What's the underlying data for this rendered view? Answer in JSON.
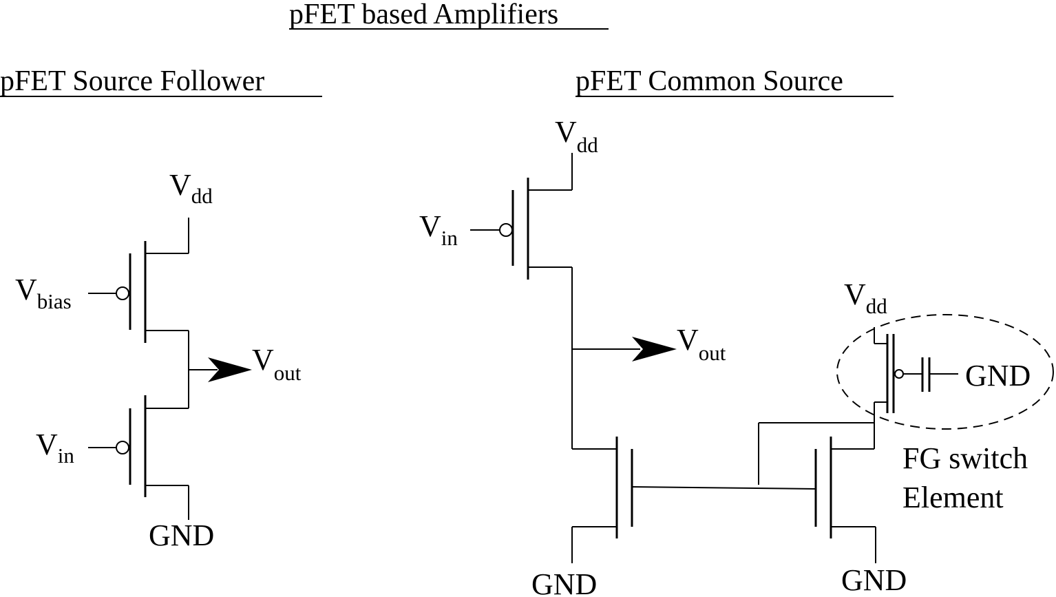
{
  "title": "pFET based Amplifiers",
  "source_follower": {
    "heading": "pFET  Source Follower",
    "vdd": {
      "main": "V",
      "sub": "dd"
    },
    "vbias": {
      "main": "V",
      "sub": "bias"
    },
    "vin": {
      "main": "V",
      "sub": "in"
    },
    "vout": {
      "main": "V",
      "sub": "out"
    },
    "gnd": "GND"
  },
  "common_source": {
    "heading": "pFET Common Source",
    "vdd": {
      "main": "V",
      "sub": "dd"
    },
    "vin": {
      "main": "V",
      "sub": "in"
    },
    "vout": {
      "main": "V",
      "sub": "out"
    },
    "gnd_left": "GND",
    "gnd_right": "GND",
    "fg_vdd": {
      "main": "V",
      "sub": "dd"
    },
    "fg_gnd": "GND",
    "fg_label_line1": "FG switch",
    "fg_label_line2": "Element"
  }
}
